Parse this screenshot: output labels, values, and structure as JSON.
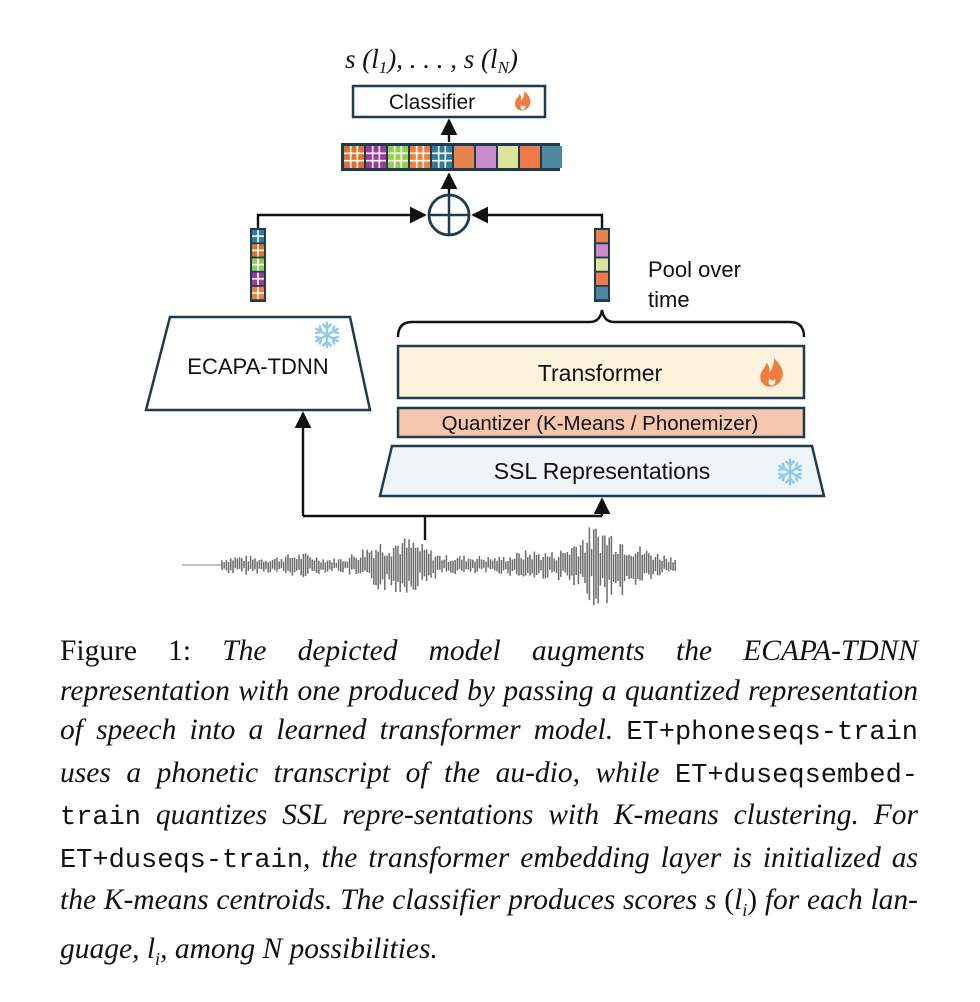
{
  "diagram": {
    "output_scores": {
      "first": "s",
      "first_sub": "1",
      "ellipsis": ", . . . ,",
      "last": "s",
      "last_sub": "N",
      "var": "l"
    },
    "classifier": {
      "label": "Classifier",
      "status_icon": "fire-icon",
      "trainable": true
    },
    "combine_op": {
      "symbol": "⊕",
      "name": "concatenation"
    },
    "ecapa": {
      "label": "ECAPA-TDNN",
      "status_icon": "snowflake-icon",
      "trainable": false
    },
    "pool": {
      "line1": "Pool over",
      "line2": "time"
    },
    "transformer": {
      "label": "Transformer",
      "status_icon": "fire-icon",
      "trainable": true
    },
    "quantizer": {
      "label": "Quantizer (K-Means / Phonemizer)"
    },
    "ssl": {
      "label": "SSL Representations",
      "status_icon": "snowflake-icon",
      "trainable": false
    },
    "input": {
      "name": "speech-waveform"
    },
    "colors": {
      "box_stroke": "#1f3b4d",
      "transformer_fill": "#fdf3dc",
      "quantizer_fill": "#f6c6ad",
      "ssl_fill": "#eef4f7",
      "fire": "#f07b3f",
      "snow": "#8fcaf0",
      "waveform": "#6b6b6b",
      "cells": [
        "#e6824e",
        "#c98bc9",
        "#dde39a",
        "#f07a4a",
        "#4f87a0"
      ],
      "grid_cells": [
        "#e0722e",
        "#9c3aa0",
        "#8fd14f",
        "#ef7f3a",
        "#2f7ca0"
      ]
    }
  },
  "caption": {
    "label": "Figure 1:",
    "p1": "The depicted model augments the ECAPA-TDNN representation with one produced by passing a quantized representation of speech into a learned transformer model.",
    "code1": "ET+phoneseqs-train",
    "p2": "uses a phonetic transcript of the au-dio, while",
    "code2": "ET+duseqsembed-train",
    "p3": "quantizes SSL repre-sentations with K-means clustering. For",
    "code3": "ET+duseqs-train",
    "p4": ", the transformer embedding layer is initialized as the K-means centroids.  The classifier produces scores",
    "score_s": "s",
    "score_l": "l",
    "score_i": "i",
    "p5": "for each lan-guage,",
    "p6": ", among N possibilities."
  }
}
